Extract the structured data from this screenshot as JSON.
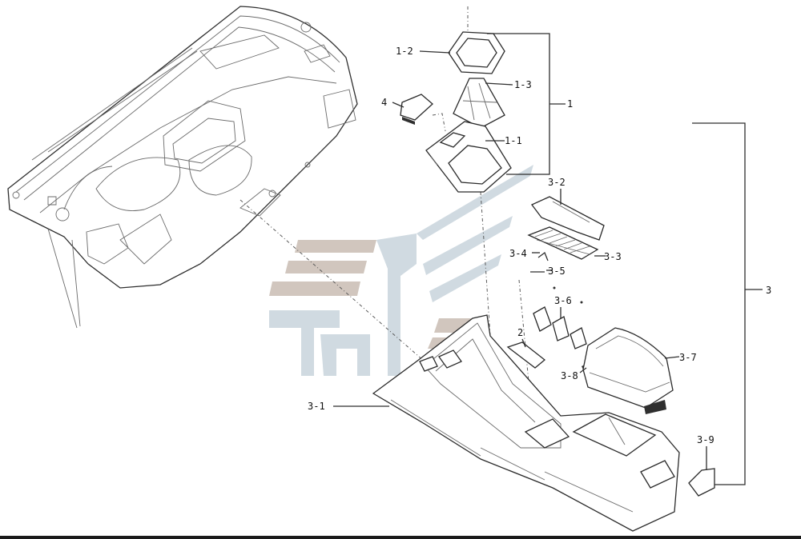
{
  "callouts": {
    "c1": "1",
    "c1_1": "1-1",
    "c1_2": "1-2",
    "c1_3": "1-3",
    "c2": "2",
    "c3": "3",
    "c3_1": "3-1",
    "c3_2": "3-2",
    "c3_3": "3-3",
    "c3_4": "3-4",
    "c3_5": "3-5",
    "c3_6": "3-6",
    "c3_7": "3-7",
    "c3_8": "3-8",
    "c3_9": "3-9",
    "c4": "4"
  },
  "watermark": {
    "band_color": "#c9bdb3",
    "accent_color": "#c8d4dc"
  }
}
